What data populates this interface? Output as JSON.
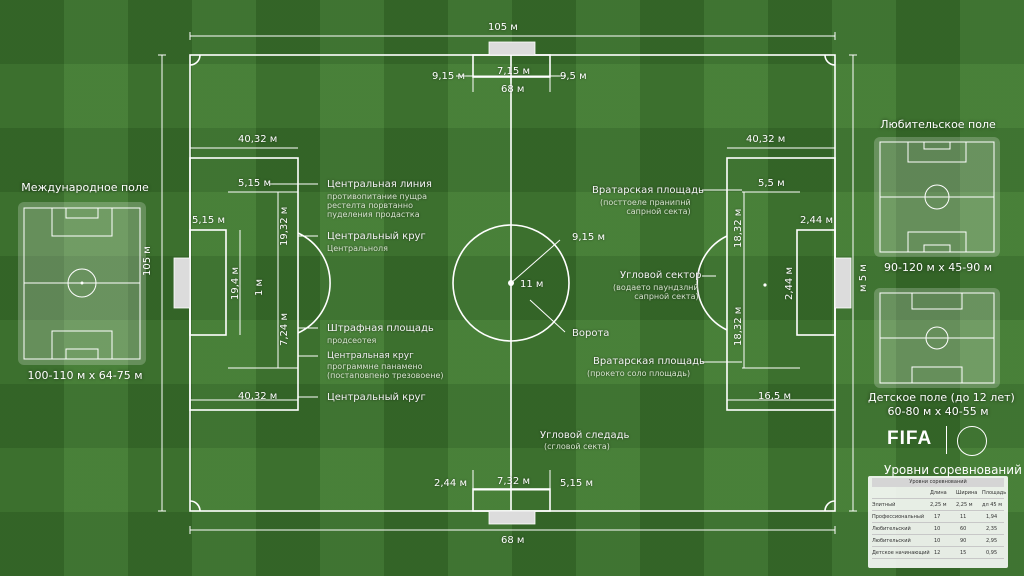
{
  "main_pitch": {
    "top_length": "105 м",
    "top_goal_width": "7,15 м",
    "top_left_offset": "9,15 м",
    "top_right_offset": "9,5 м",
    "top_width_label": "68 м",
    "bottom_width_label": "68 м",
    "bottom_goal_width": "7,32 м",
    "bottom_left_dim": "2,44 м",
    "bottom_right_dim": "5,15 м",
    "left_side_height": "105 м",
    "right_side_height": "м 5 м",
    "center_radius": "9,15 м",
    "center_spot": "11 м",
    "center_label": "Ворота",
    "left": {
      "penalty_width_top": "40,32 м",
      "penalty_width_bottom": "40,32 м",
      "goal_area_depth": "5,15 м",
      "goal_area_dim": "5,15 м",
      "height_a": "19,32 м",
      "height_b": "19,4 м",
      "height_c": "1 м",
      "height_d": "7,24 м"
    },
    "right": {
      "penalty_width_top": "40,32 м",
      "goal_area_dim": "5,5 м",
      "goal_dim": "2,44 м",
      "height_a": "18,32 м",
      "height_b": "2,44 м",
      "height_c": "18,32 м",
      "bottom_dim": "16,5 м"
    }
  },
  "left_annotations": [
    {
      "title": "Центральная линия",
      "sub": "противопитание пущра\nрестелта порвтанно\nпуделения продастка"
    },
    {
      "title": "Центральный круг",
      "sub": "Центральноля"
    },
    {
      "title": "Штрафная площадь",
      "sub": "продсеотея"
    },
    {
      "title": "Центральная круг",
      "sub": "программне панамено\n(постаповпено трезовоене)"
    },
    {
      "title": "Центральный круг",
      "sub": ""
    }
  ],
  "right_annotations": [
    {
      "title": "Вратарская площадь",
      "sub": "(посттоеле пранипнй\nсапрной секта)"
    },
    {
      "title": "Угловой сектор",
      "sub": "(водаето паундзлнй\nсапрной секта)"
    },
    {
      "title": "Вратарская площадь",
      "sub": "(прокето соло площадь)"
    }
  ],
  "bottom_annotation": {
    "title": "Угловой следадь",
    "sub": "(сгловой секта)"
  },
  "international": {
    "title": "Международное поле",
    "caption": "100-110 м x 64-75 м"
  },
  "amateur": {
    "title": "Любительское поле",
    "caption": "90-120 м x 45-90 м"
  },
  "youth": {
    "title": "Детское поле (до 12 лет)",
    "caption": "60-80 м x 40-55 м"
  },
  "brand": {
    "name": "FIFA"
  },
  "levels": {
    "title": "Уровни соревнований",
    "header": "Уровни соревнований",
    "columns": [
      "",
      "Длина",
      "Ширина",
      "Площадь"
    ],
    "rows": [
      [
        "Элитный",
        "2,25 м",
        "2,25 м",
        "дл 45 м"
      ],
      [
        "Профессиональный",
        "17",
        "11",
        "1,94"
      ],
      [
        "Любительский",
        "10",
        "60",
        "2,35"
      ],
      [
        "Любительский",
        "10",
        "90",
        "2,95"
      ],
      [
        "Детское начинающий",
        "12",
        "15",
        "0,95"
      ]
    ]
  },
  "colors": {
    "grass": "#3f7a2f",
    "lines": "#ffffff"
  }
}
